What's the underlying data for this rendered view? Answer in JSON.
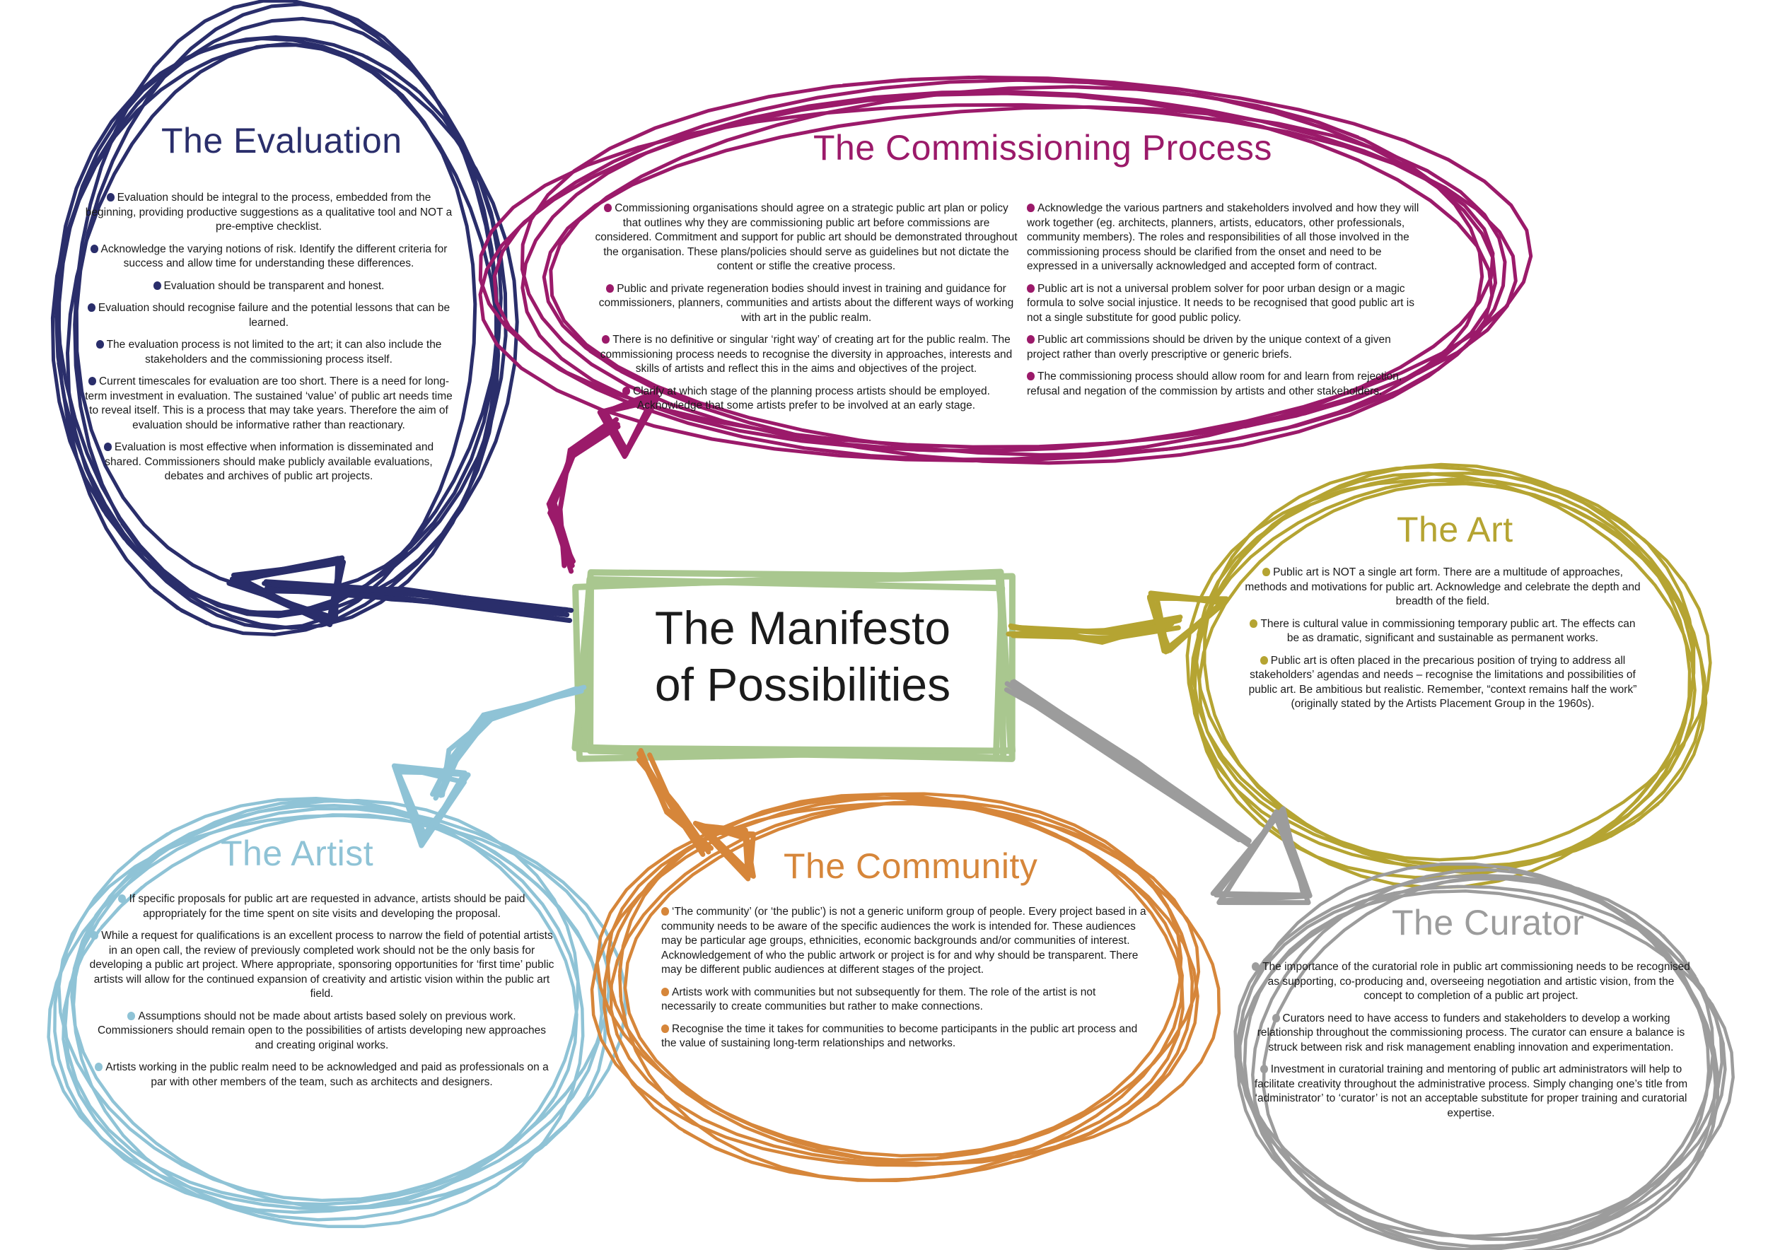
{
  "center": {
    "line1": "The Manifesto",
    "line2": "of Possibilities"
  },
  "colors": {
    "evaluation": "#2a2e6b",
    "commissioning": "#9b1a6a",
    "art": "#b5a432",
    "artist": "#8fc3d6",
    "community": "#d6863a",
    "curator": "#9c9c9c",
    "center": "#a9c78f"
  },
  "sections": {
    "evaluation": {
      "title": "The Evaluation",
      "bullets": [
        "Evaluation should be integral to the process, embedded from the beginning, providing productive suggestions as a qualitative tool and NOT a pre-emptive checklist.",
        "Acknowledge the varying notions of risk. Identify the different criteria for success and allow time for understanding these differences.",
        "Evaluation should be transparent and honest.",
        "Evaluation should recognise failure and the potential lessons that can be learned.",
        "The evaluation process is not limited to the art; it can also include the stakeholders and the commissioning process itself.",
        "Current timescales for evaluation are too short. There is a need for long-term investment in evaluation. The sustained ‘value’ of public art needs time to reveal itself. This is a process that may take years. Therefore the aim of evaluation should be informative rather than reactionary.",
        "Evaluation is most effective when information is disseminated and shared. Commissioners should make publicly available evaluations, debates and archives of public art projects."
      ]
    },
    "commissioning": {
      "title": "The Commissioning Process",
      "bullets_left": [
        "Commissioning organisations should agree on a strategic public art plan or policy that outlines why they are commissioning public art before commissions are considered. Commitment and support for public art should be demonstrated throughout the organisation. These plans/policies should serve as guidelines but not dictate the content or stifle the creative process.",
        "Public and private regeneration bodies should invest in training and guidance for commissioners, planners, communities and artists about the different ways of working with art in the public realm.",
        "There is no definitive or singular ‘right way’ of creating art for the public realm. The commissioning process needs to recognise the diversity in approaches, interests and skills of artists and reflect this in the aims and objectives of the project.",
        "Clarify at which stage of the planning process artists should be employed. Acknowledge that some artists prefer to be involved at an early stage."
      ],
      "bullets_right": [
        "Acknowledge the various partners and stakeholders involved and how they will work together (eg. architects, planners, artists, educators, other professionals, community members). The roles and responsibilities of all those involved in the commissioning process should be clarified from the onset and need to be expressed in a universally acknowledged and accepted form of contract.",
        "Public art is not a universal problem solver for poor urban design or a magic formula to solve social injustice. It needs to be recognised that good public art is not a single substitute for good public policy.",
        "Public art commissions should be driven by the unique context of a given project rather than overly prescriptive or generic briefs.",
        "The commissioning process should allow room for and learn from rejection, refusal and negation of the commission by artists and other stakeholders."
      ]
    },
    "art": {
      "title": "The Art",
      "bullets": [
        "Public art is NOT a single art form. There are a multitude of approaches, methods and motivations for public art. Acknowledge and celebrate the depth and breadth of the field.",
        "There is cultural value in commissioning temporary public art. The effects can be as dramatic, significant and sustainable as permanent works.",
        "Public art is often placed in the precarious position of trying to address all stakeholders’ agendas and needs – recognise the limitations and possibilities of public art. Be ambitious but realistic. Remember, “context remains half the work” (originally stated by the Artists Placement Group in the 1960s)."
      ]
    },
    "artist": {
      "title": "The Artist",
      "bullets": [
        "If specific proposals for public art are requested in advance, artists should be paid appropriately for the time spent on site visits and developing the proposal.",
        "While a request for qualifications is an excellent process to narrow the field of potential artists in an open call, the review of previously completed work should not be the only basis for developing a public art project. Where appropriate, sponsoring opportunities for ‘first time’ public artists will allow for the continued expansion of creativity and artistic vision within the public art field.",
        "Assumptions should not be made about artists based solely on previous work. Commissioners should remain open to the possibilities of artists developing new approaches and creating original works.",
        "Artists working in the public realm need to be acknowledged and paid as professionals on a par with other members of the team, such as architects and designers."
      ]
    },
    "community": {
      "title": "The Community",
      "bullets": [
        "‘The community’ (or ‘the public’) is not a generic uniform group of people. Every project based in a community needs to be aware of the specific audiences the work is intended for. These audiences may be particular age groups, ethnicities, economic backgrounds and/or communities of interest. Acknowledgement of who the public artwork or project is for and why should be transparent. There may be different public audiences at different stages of the project.",
        "Artists work with communities but not subsequently for them. The role of the artist is not necessarily to create communities but rather to make connections.",
        "Recognise the time it takes for communities to become participants in the public art process and the value of sustaining long-term relationships and networks."
      ]
    },
    "curator": {
      "title": "The Curator",
      "bullets": [
        "The importance of the curatorial role in public art commissioning needs to be recognised as supporting, co-producing and, overseeing negotiation and artistic vision, from the concept to completion of a public art project.",
        "Curators need to have access to funders and stakeholders to develop a working relationship throughout the commissioning process. The curator can ensure a balance is struck between risk and risk management enabling innovation and experimentation.",
        "Investment in curatorial training and mentoring of public art administrators will help to facilitate creativity throughout the administrative process. Simply changing one’s title from ‘administrator’ to ‘curator’ is not an acceptable substitute for proper training and curatorial expertise."
      ]
    }
  }
}
